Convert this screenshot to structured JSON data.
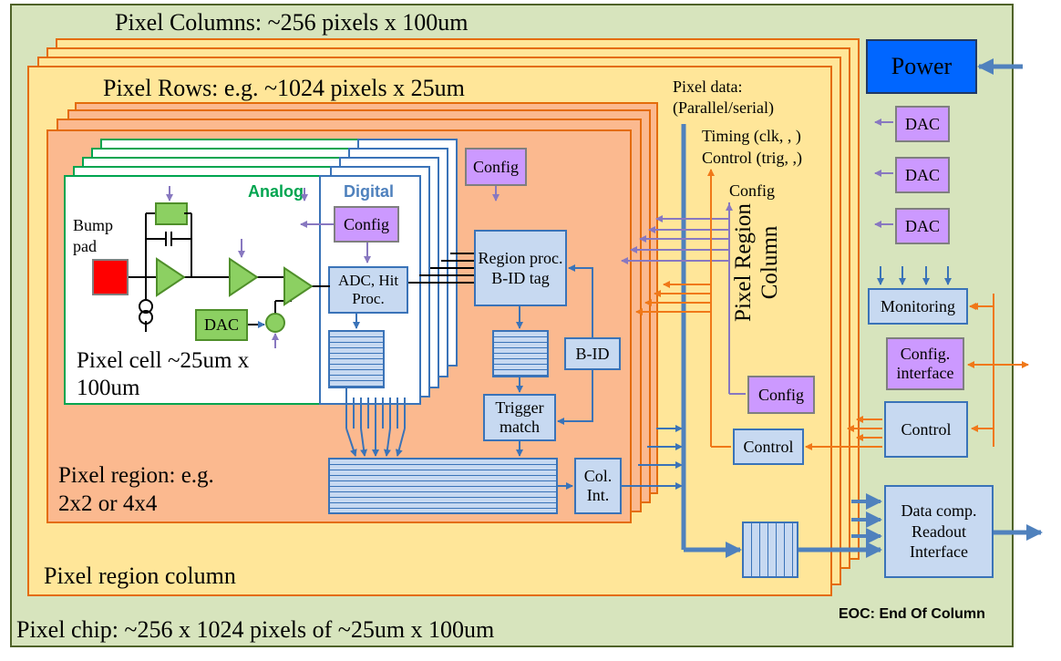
{
  "chip_label": "Pixel chip: ~256 x 1024 pixels of ~25um x 100um",
  "columns_label": "Pixel Columns: ~256 pixels x 100um",
  "rows_label": "Pixel Rows: e.g. ~1024 pixels x 25um",
  "region_column_label": "Pixel region column",
  "eoc_label": "EOC:  End Of Column",
  "power_label": "Power",
  "dac_label": "DAC",
  "monitoring_label": "Monitoring",
  "config_interface_label": "Config. interface",
  "control_label": "Control",
  "data_comp_label": "Data comp. Readout Interface",
  "pixel_data_label": "Pixel data: (Parallel/serial)",
  "timing_label": "Timing (clk, , )",
  "control_trig_label": "Control (trig, ,)",
  "config_label": "Config",
  "pixel_region_column_vertical": "Pixel Region Column",
  "region_label": "Pixel region: e.g. 2x2 or 4x4",
  "region_proc_label": "Region proc. B-ID tag",
  "bid_label": "B-ID",
  "trigger_match_label": "Trigger match",
  "col_int_label": "Col. Int.",
  "analog_label": "Analog",
  "digital_label": "Digital",
  "bump_pad_label": "Bump pad",
  "adc_label": "ADC, Hit Proc.",
  "pixel_cell_label": "Pixel cell ~25um x 100um",
  "colors": {
    "chip_bg": "#d7e4bd",
    "chip_border": "#4f6228",
    "column_bg": "#ffe699",
    "column_border": "#e46c0a",
    "region_bg": "#fbb98f",
    "box_blue_bg": "#c7d9f1",
    "box_blue_border": "#3a73b8",
    "config_purple": "#cc99ff",
    "power_blue": "#0066ff",
    "signal_orange": "#f07818",
    "signal_purple": "#8878c0",
    "analog_green": "#00a550",
    "digital_blue": "#4f81bd"
  }
}
